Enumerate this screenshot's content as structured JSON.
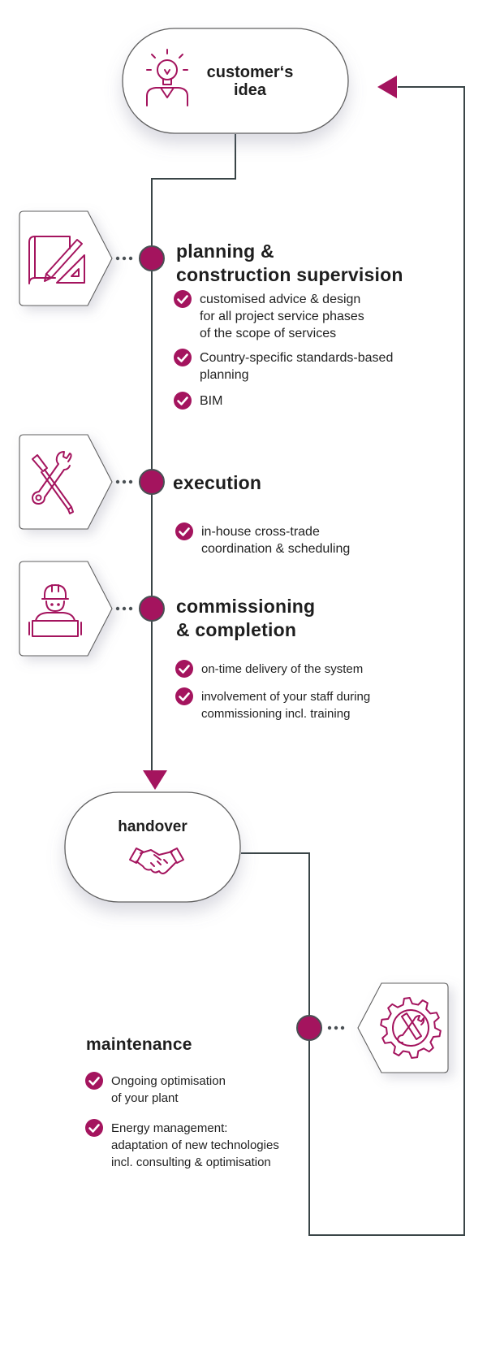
{
  "colors": {
    "accent": "#a4145e",
    "line": "#3a4547",
    "node_border": "#5f5f5f",
    "dot_border": "#4a5054"
  },
  "start": {
    "title": "customer‘s\nidea",
    "icon": "lightbulb-person-icon"
  },
  "steps": [
    {
      "id": "planning",
      "title": "planning &\nconstruction supervision",
      "icon": "blueprint-ruler-icon",
      "items": [
        "customised advice & design\nfor all project service phases\nof the scope of services",
        "Country-specific standards-based\nplanning",
        "BIM"
      ]
    },
    {
      "id": "execution",
      "title": "execution",
      "icon": "wrench-screwdriver-icon",
      "items": [
        "in-house cross-trade\ncoordination & scheduling"
      ]
    },
    {
      "id": "commissioning",
      "title": "commissioning\n& completion",
      "icon": "engineer-blueprint-icon",
      "items": [
        "on-time delivery of the system",
        "involvement of your staff during\ncommissioning incl. training"
      ]
    }
  ],
  "handover": {
    "title": "handover",
    "icon": "handshake-icon"
  },
  "maintenance": {
    "title": "maintenance",
    "icon": "gear-tools-icon",
    "items": [
      "Ongoing optimisation\nof your plant",
      "Energy management:\nadaptation of new technologies\nincl. consulting & optimisation"
    ]
  }
}
